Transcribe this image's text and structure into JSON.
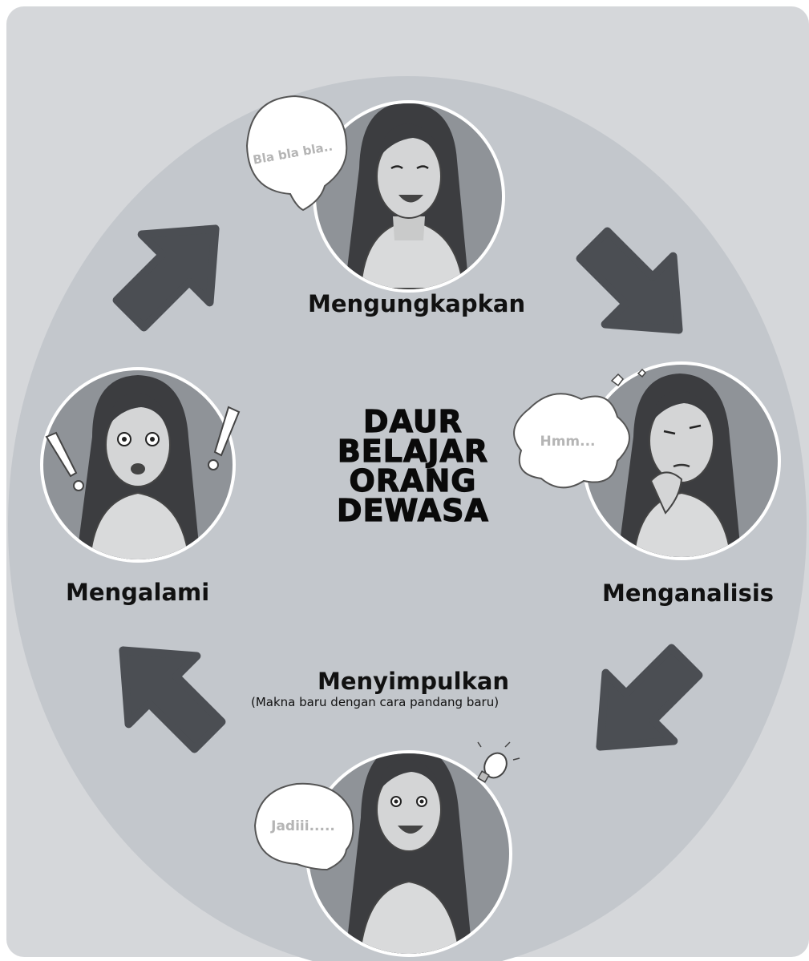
{
  "title_lines": [
    "DAUR",
    "BELAJAR",
    "ORANG",
    "DEWASA"
  ],
  "stages": {
    "top": {
      "label": "Mengungkapkan",
      "speech": "Bla bla bla.."
    },
    "right": {
      "label": "Menganalisis",
      "speech": "Hmm..."
    },
    "bottom": {
      "label": "Menyimpulkan",
      "sublabel": "(Makna baru dengan cara pandang baru)",
      "speech": "Jadiii....."
    },
    "left": {
      "label": "Mengalami"
    }
  },
  "icons": {
    "cycle_arrows": "thick-arrow-icon",
    "exclamation": "exclamation-mark-icon",
    "idea": "light-bulb-icon",
    "thought": "thought-bubble-icon",
    "speech": "speech-bubble-icon"
  },
  "colors": {
    "card_bg": "#d5d7da",
    "ellipse_bg": "#c3c7cc",
    "arrow": "#4b4e53",
    "portrait_bg": "#8f9398",
    "text": "#111111"
  }
}
